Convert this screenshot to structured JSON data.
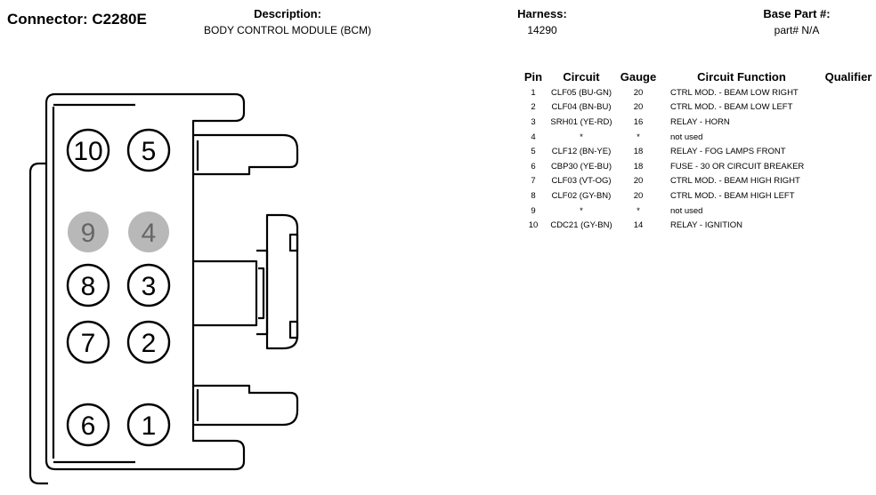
{
  "connector": {
    "title": "Connector: C2280E"
  },
  "description": {
    "label": "Description:",
    "value": "BODY CONTROL MODULE (BCM)"
  },
  "harness": {
    "label": "Harness:",
    "value": "14290"
  },
  "base_part": {
    "label": "Base Part #:",
    "value": "part# N/A"
  },
  "table": {
    "headers": {
      "pin": "Pin",
      "circuit": "Circuit",
      "gauge": "Gauge",
      "function": "Circuit Function",
      "qualifier": "Qualifier"
    },
    "rows": [
      {
        "pin": "1",
        "circuit": "CLF05 (BU-GN)",
        "gauge": "20",
        "function": "CTRL MOD. - BEAM LOW RIGHT",
        "qualifier": ""
      },
      {
        "pin": "2",
        "circuit": "CLF04 (BN-BU)",
        "gauge": "20",
        "function": "CTRL MOD. - BEAM LOW LEFT",
        "qualifier": ""
      },
      {
        "pin": "3",
        "circuit": "SRH01 (YE-RD)",
        "gauge": "16",
        "function": "RELAY - HORN",
        "qualifier": ""
      },
      {
        "pin": "4",
        "circuit": "*",
        "gauge": "*",
        "function": "not used",
        "qualifier": ""
      },
      {
        "pin": "5",
        "circuit": "CLF12 (BN-YE)",
        "gauge": "18",
        "function": "RELAY - FOG LAMPS FRONT",
        "qualifier": ""
      },
      {
        "pin": "6",
        "circuit": "CBP30 (YE-BU)",
        "gauge": "18",
        "function": "FUSE - 30 OR CIRCUIT BREAKER",
        "qualifier": ""
      },
      {
        "pin": "7",
        "circuit": "CLF03 (VT-OG)",
        "gauge": "20",
        "function": "CTRL MOD. - BEAM HIGH RIGHT",
        "qualifier": ""
      },
      {
        "pin": "8",
        "circuit": "CLF02 (GY-BN)",
        "gauge": "20",
        "function": "CTRL MOD. - BEAM HIGH LEFT",
        "qualifier": ""
      },
      {
        "pin": "9",
        "circuit": "*",
        "gauge": "*",
        "function": "not used",
        "qualifier": ""
      },
      {
        "pin": "10",
        "circuit": "CDC21 (GY-BN)",
        "gauge": "14",
        "function": "RELAY - IGNITION",
        "qualifier": ""
      }
    ]
  },
  "diagram": {
    "cavities": [
      {
        "label": "10",
        "used": true
      },
      {
        "label": "5",
        "used": true
      },
      {
        "label": "9",
        "used": false
      },
      {
        "label": "4",
        "used": false
      },
      {
        "label": "8",
        "used": true
      },
      {
        "label": "3",
        "used": true
      },
      {
        "label": "7",
        "used": true
      },
      {
        "label": "2",
        "used": true
      },
      {
        "label": "6",
        "used": true
      },
      {
        "label": "1",
        "used": true
      }
    ],
    "colors": {
      "unused_fill": "#b8b8b8",
      "unused_text": "#666666",
      "outline": "#000000"
    }
  }
}
